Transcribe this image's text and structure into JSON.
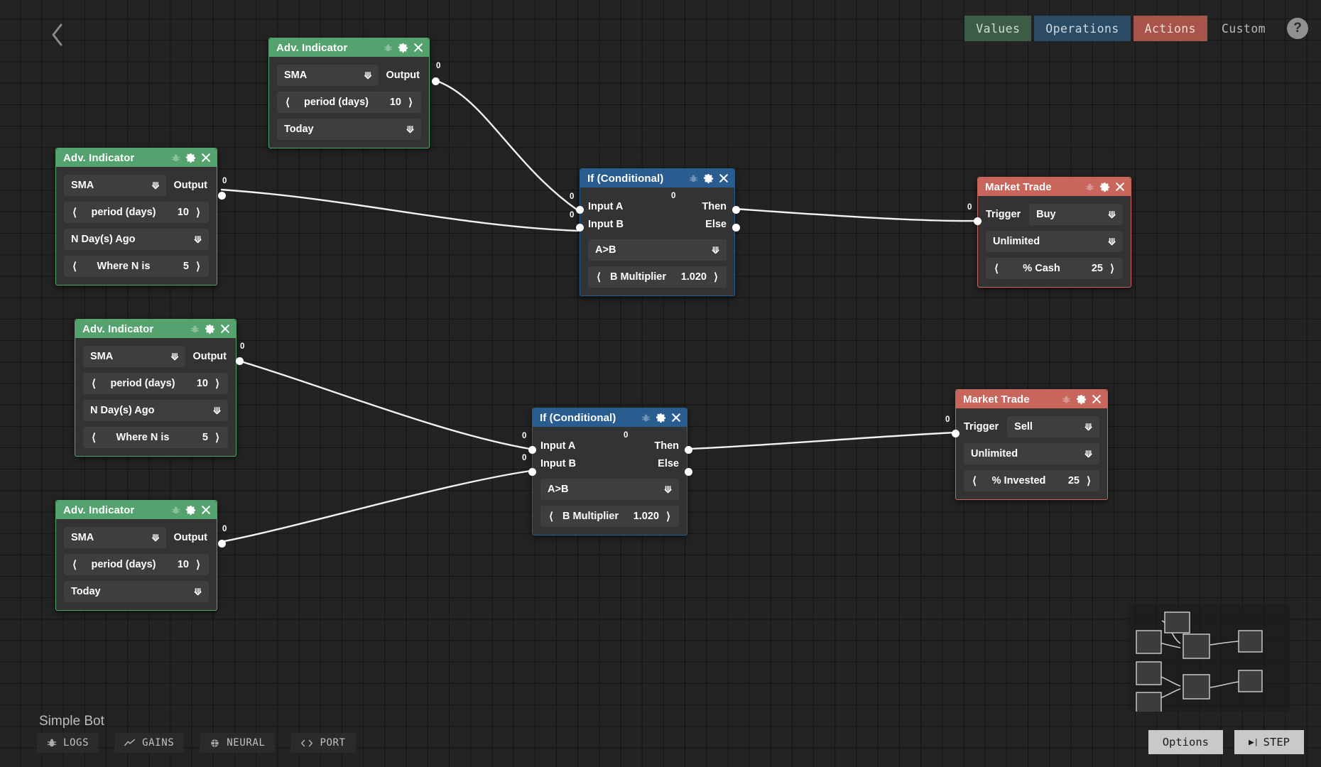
{
  "app": {
    "back_icon": "chevron-left-icon",
    "bot_name": "Simple Bot"
  },
  "toolbar": {
    "values": "Values",
    "operations": "Operations",
    "actions": "Actions",
    "custom": "Custom",
    "help": "?",
    "colors": {
      "values": "#3d5c46",
      "operations": "#2b4a63",
      "actions": "#a9544b"
    }
  },
  "node_colors": {
    "indicator": "#54a26e",
    "conditional": "#2a5d8f",
    "trade": "#c8665c"
  },
  "nodes": {
    "indicator_top": {
      "title": "Adv. Indicator",
      "type": "SMA",
      "period_label": "period (days)",
      "period_value": "10",
      "when": "Today",
      "output_label": "Output",
      "output_value": "0"
    },
    "indicator_left": {
      "title": "Adv. Indicator",
      "type": "SMA",
      "period_label": "period (days)",
      "period_value": "10",
      "when": "N Day(s) Ago",
      "n_label": "Where N is",
      "n_value": "5",
      "output_label": "Output",
      "output_value": "0"
    },
    "indicator_mid": {
      "title": "Adv. Indicator",
      "type": "SMA",
      "period_label": "period (days)",
      "period_value": "10",
      "when": "N Day(s) Ago",
      "n_label": "Where N is",
      "n_value": "5",
      "output_label": "Output",
      "output_value": "0"
    },
    "indicator_bottom": {
      "title": "Adv. Indicator",
      "type": "SMA",
      "period_label": "period (days)",
      "period_value": "10",
      "when": "Today",
      "output_label": "Output",
      "output_value": "0"
    },
    "if_top": {
      "title": "If (Conditional)",
      "input_a_label": "Input A",
      "input_b_label": "Input B",
      "then_label": "Then",
      "else_label": "Else",
      "input_a_value": "0",
      "input_b_value": "0",
      "result_value": "0",
      "condition": "A>B",
      "multiplier_label": "B Multiplier",
      "multiplier_value": "1.020"
    },
    "if_bottom": {
      "title": "If (Conditional)",
      "input_a_label": "Input A",
      "input_b_label": "Input B",
      "then_label": "Then",
      "else_label": "Else",
      "input_a_value": "0",
      "input_b_value": "0",
      "result_value": "0",
      "condition": "A>B",
      "multiplier_label": "B Multiplier",
      "multiplier_value": "1.020"
    },
    "trade_buy": {
      "title": "Market Trade",
      "trigger_label": "Trigger",
      "trigger_value": "Buy",
      "limit": "Unlimited",
      "amount_label": "% Cash",
      "amount_value": "25",
      "input_value": "0"
    },
    "trade_sell": {
      "title": "Market Trade",
      "trigger_label": "Trigger",
      "trigger_value": "Sell",
      "limit": "Unlimited",
      "amount_label": "% Invested",
      "amount_value": "25",
      "input_value": "0"
    }
  },
  "bottom_tabs": [
    {
      "label": "LOGS",
      "icon": "bug-icon"
    },
    {
      "label": "GAINS",
      "icon": "trend-line-icon"
    },
    {
      "label": "NEURAL",
      "icon": "brain-icon"
    },
    {
      "label": "PORT",
      "icon": "code-brackets-icon"
    }
  ],
  "bottom_buttons": {
    "options": "Options",
    "step": "STEP",
    "step_icon": "step-forward-icon"
  }
}
